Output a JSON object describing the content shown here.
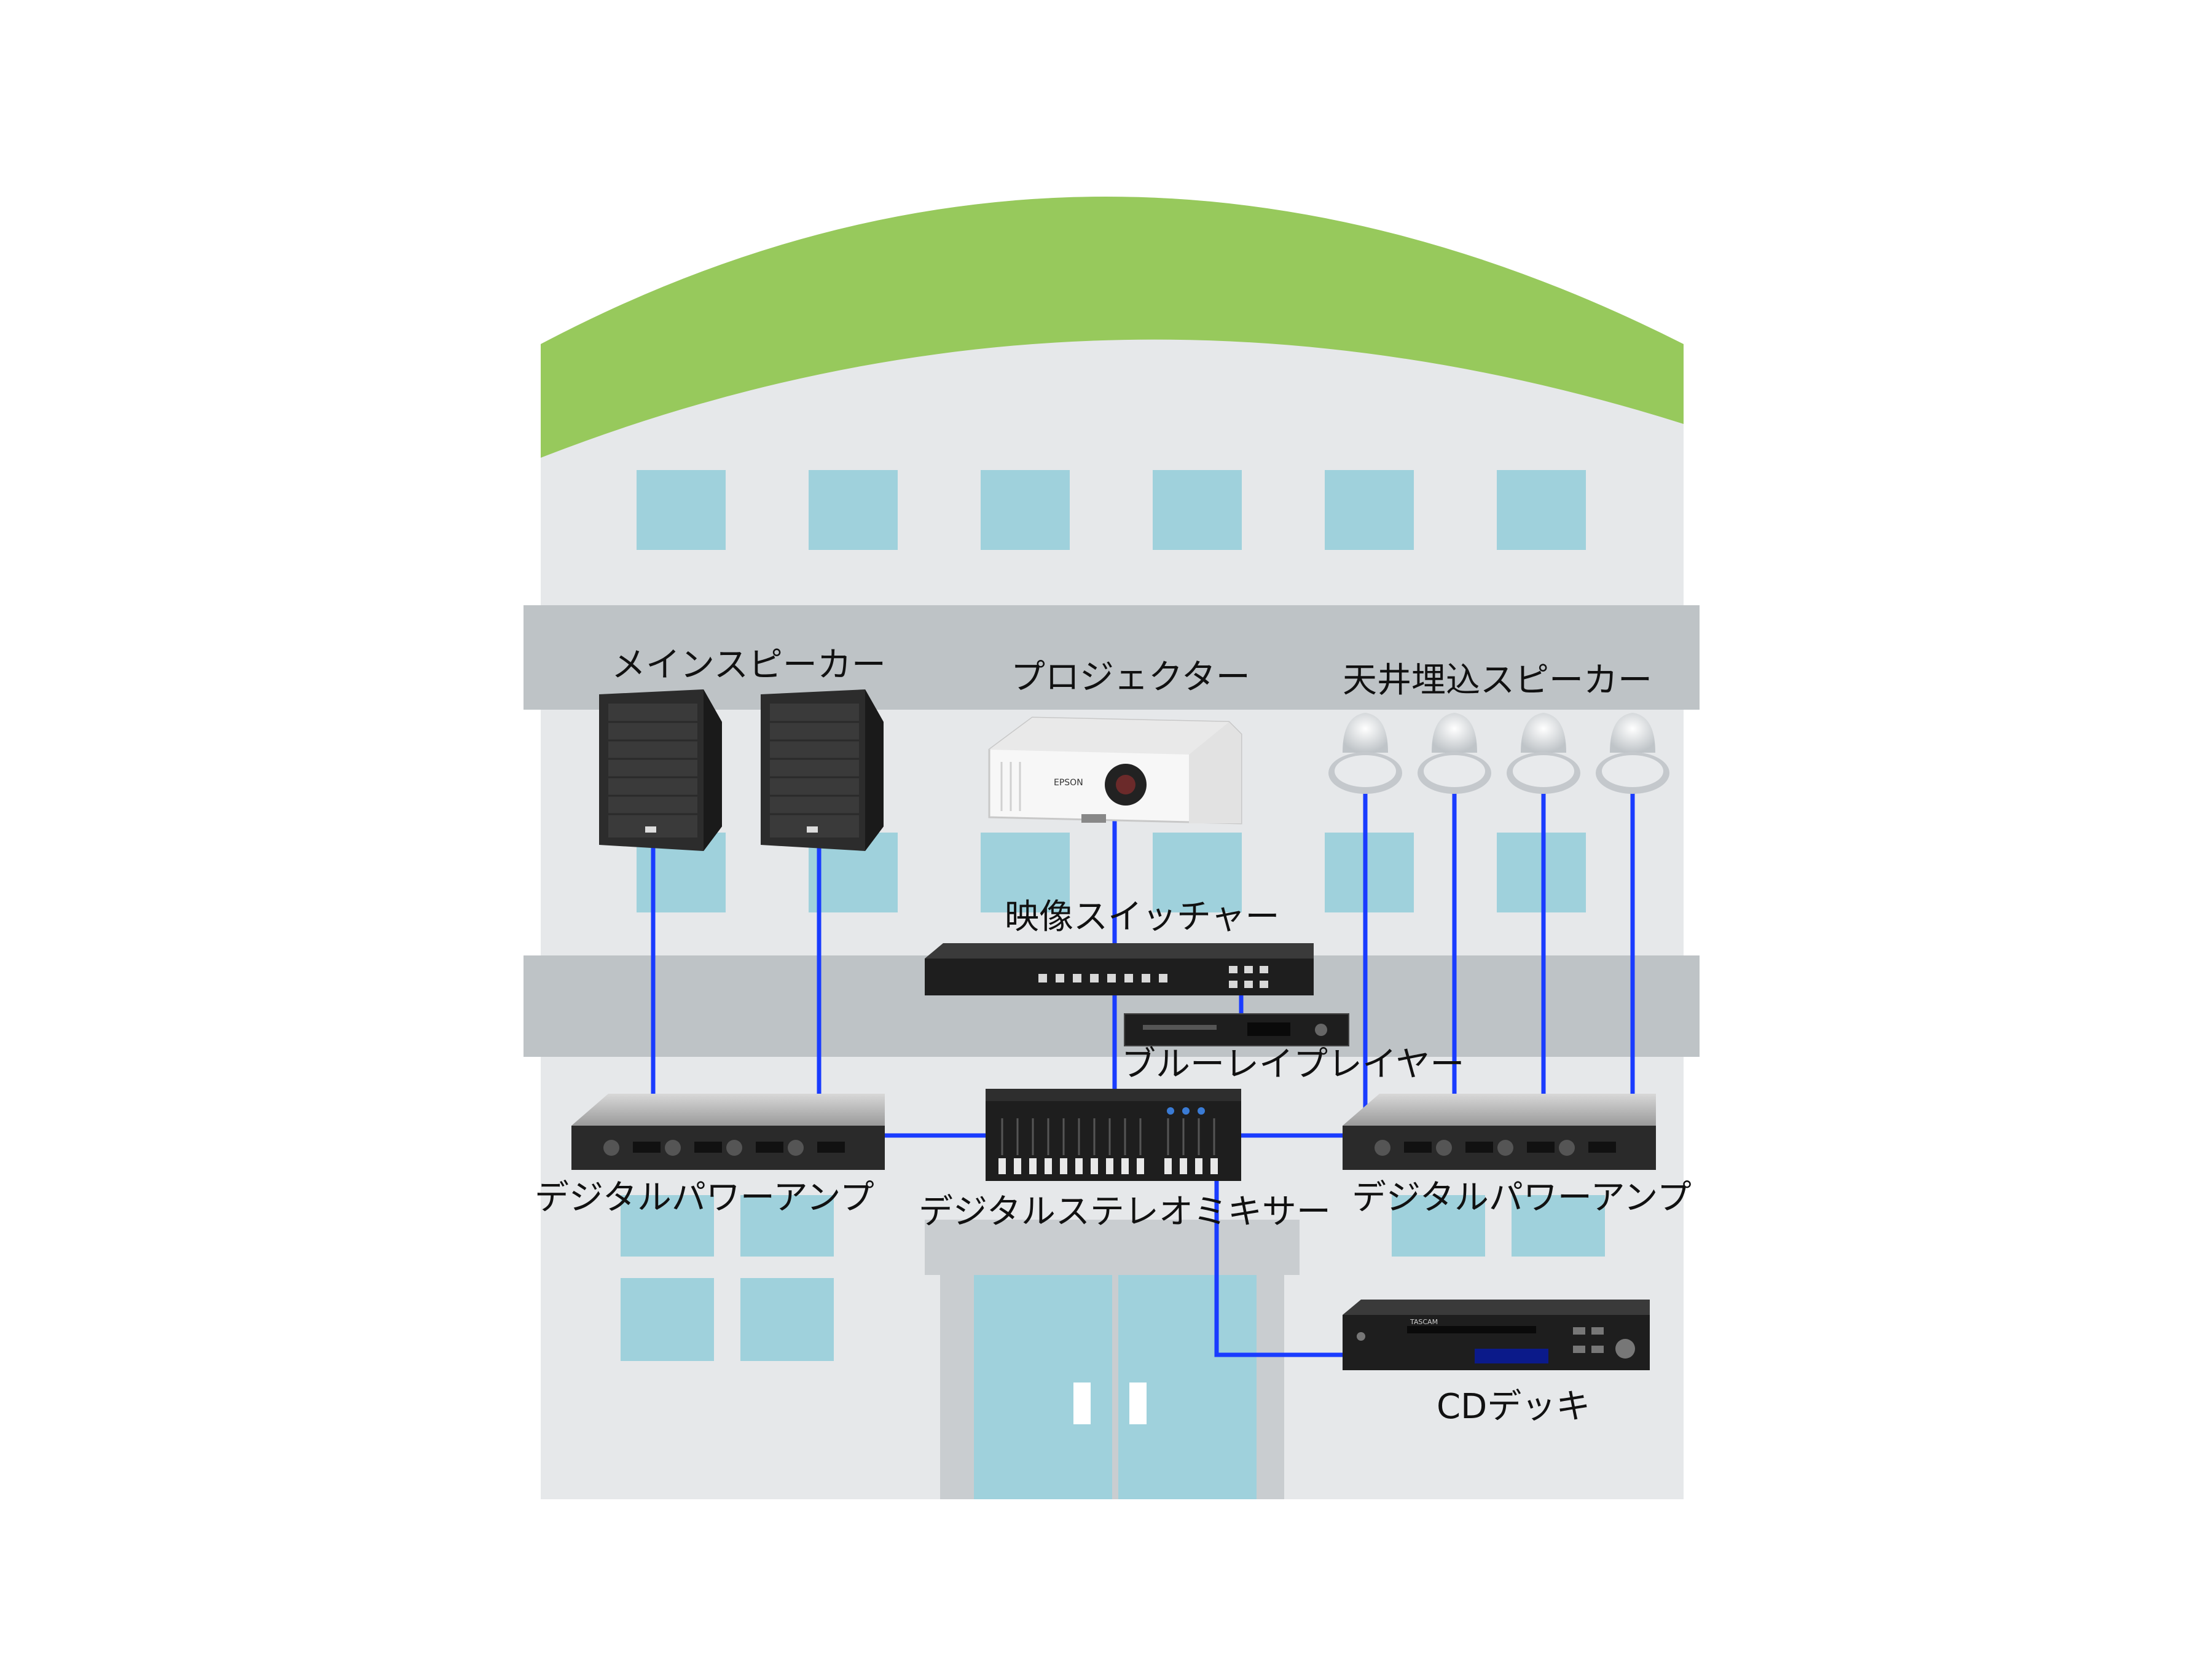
{
  "colors": {
    "building_wall": "#e6e8ea",
    "roof": "#97c95c",
    "floor_band": "#bec3c6",
    "window": "#9fd1dc",
    "door_frame": "#c9cdd0",
    "door_glass": "#9fd1dc",
    "cable": "#1a3cff",
    "equipment_dark": "#1e1e1e",
    "equipment_light": "#f4f4f4"
  },
  "labels": {
    "main_speaker": "メインスピーカー",
    "projector": "プロジェクター",
    "ceiling_speaker": "天井埋込スピーカー",
    "video_switcher": "映像スイッチャー",
    "bluray_player": "ブルーレイプレイヤー",
    "power_amp_left": "デジタルパワーアンプ",
    "mixer": "デジタルステレオミキサー",
    "power_amp_right": "デジタルパワーアンプ",
    "cd_deck": "CDデッキ"
  },
  "device_marks": {
    "projector_brand": "EPSON",
    "cd_brand": "TASCAM"
  },
  "icons": {
    "main_speaker": "wall-speaker-icon",
    "projector": "projector-icon",
    "ceiling_speaker": "ceiling-speaker-icon",
    "switcher": "rack-switcher-icon",
    "bluray": "rack-player-icon",
    "amplifier": "rack-amplifier-icon",
    "mixer": "rack-mixer-icon",
    "cd_deck": "rack-cd-icon"
  }
}
